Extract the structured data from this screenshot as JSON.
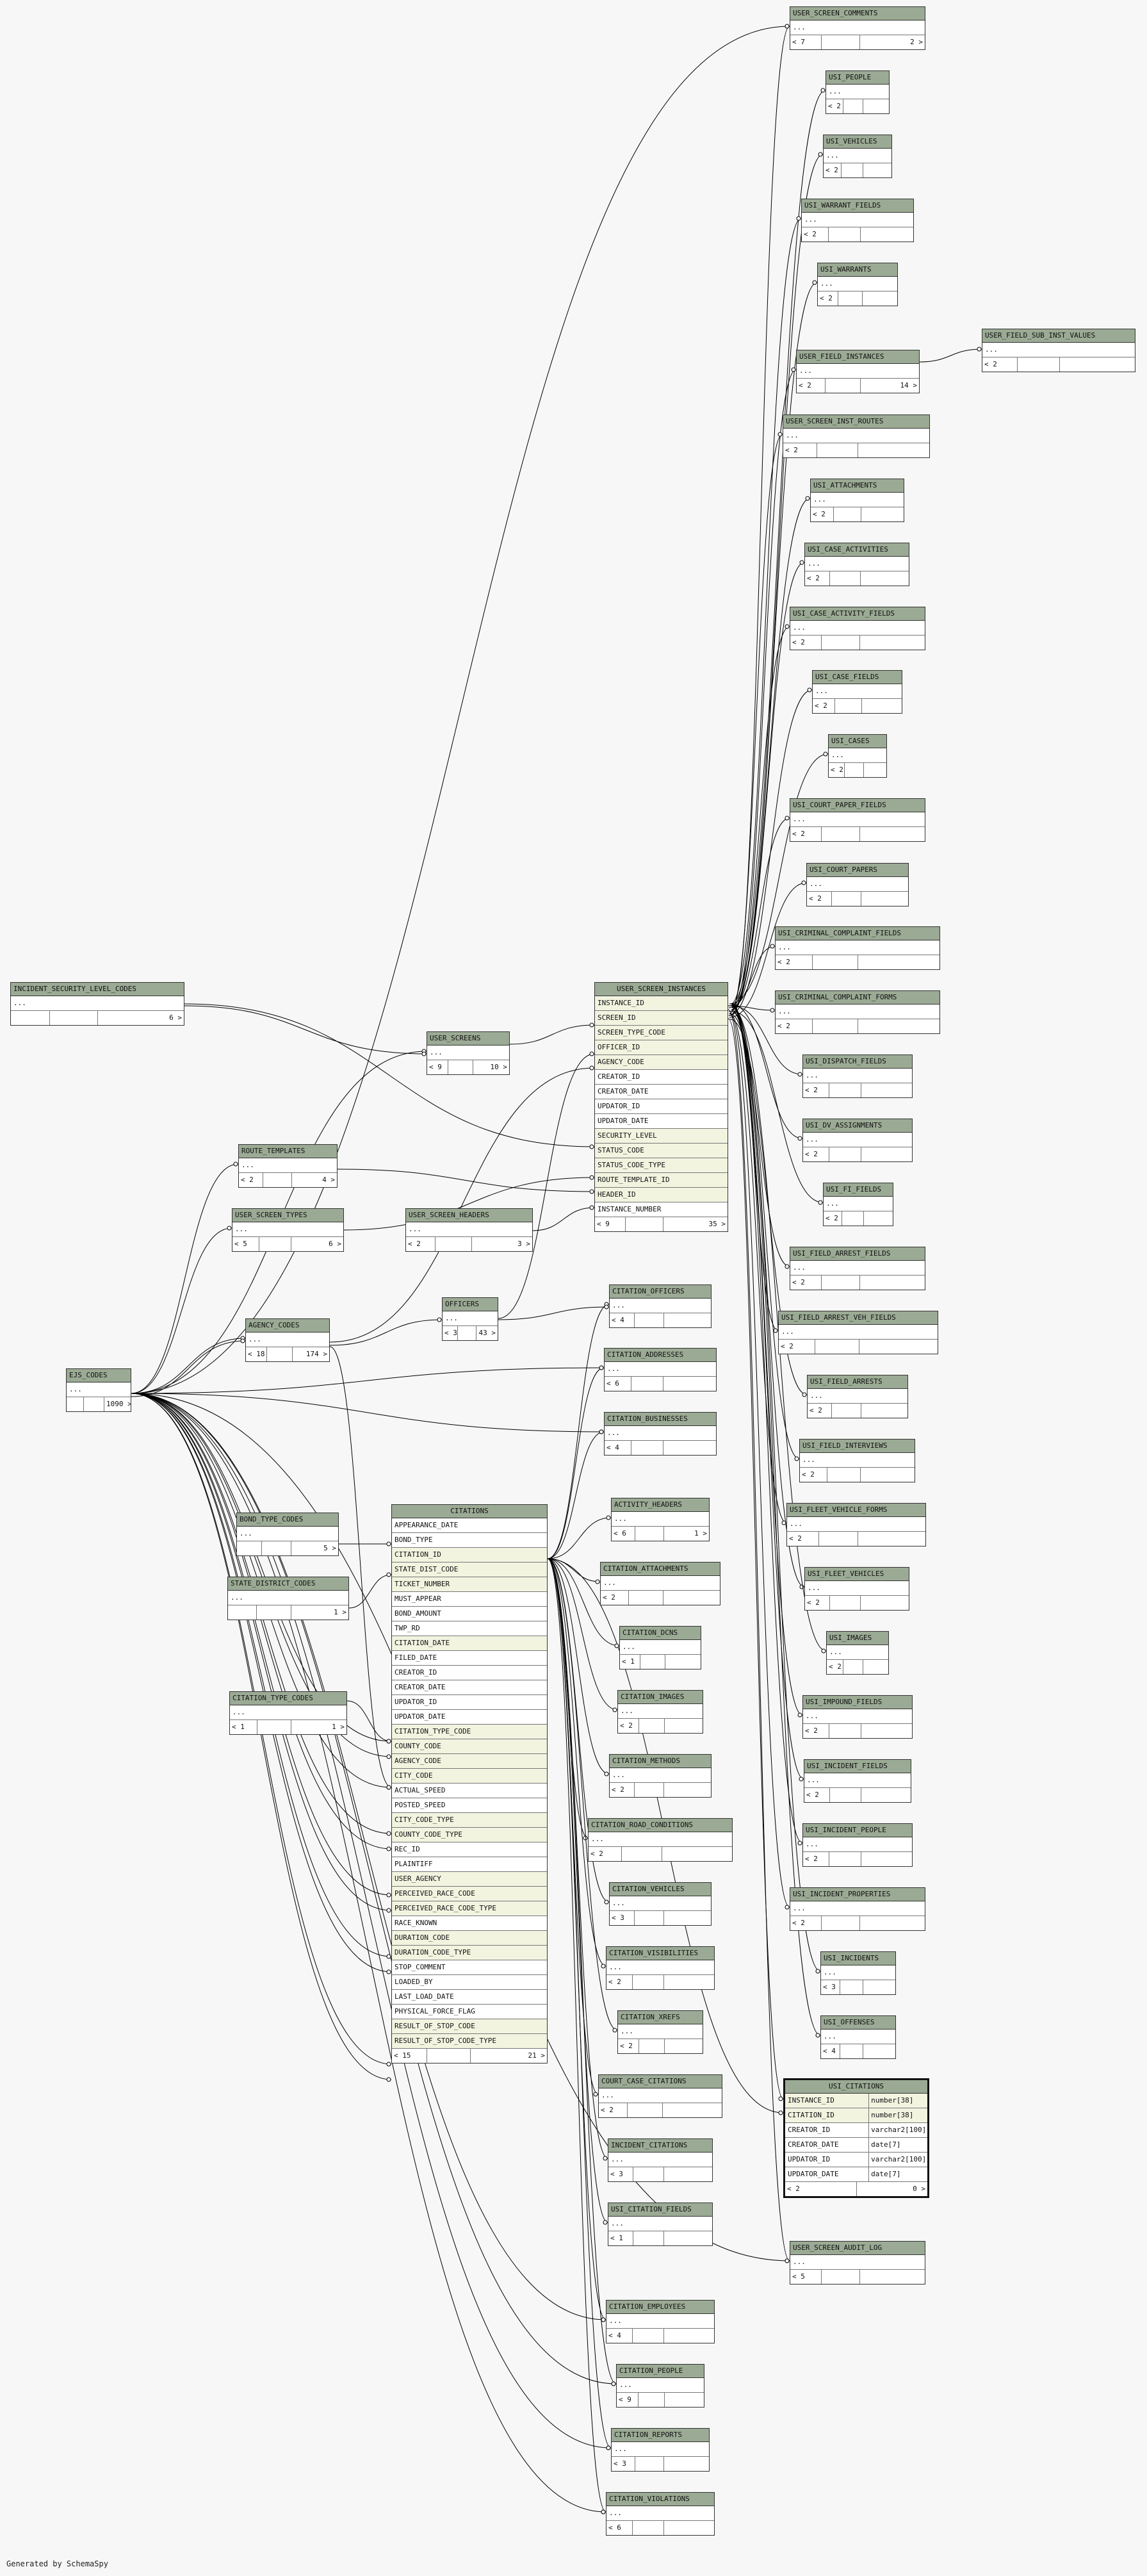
{
  "footer": {
    "generated_by": "Generated by SchemaSpy"
  },
  "colors": {
    "header": "#9baa94",
    "key_row": "#f2f4e0",
    "line": "#000000",
    "background": "#f7f7f7"
  },
  "focus_table": {
    "name": "USI_CITATIONS",
    "columns": [
      {
        "name": "INSTANCE_ID",
        "type": "number[38]"
      },
      {
        "name": "CITATION_ID",
        "type": "number[38]"
      },
      {
        "name": "CREATOR_ID",
        "type": "varchar2[100]"
      },
      {
        "name": "CREATOR_DATE",
        "type": "date[7]"
      },
      {
        "name": "UPDATOR_ID",
        "type": "varchar2[100]"
      },
      {
        "name": "UPDATOR_DATE",
        "type": "date[7]"
      }
    ],
    "footer": {
      "parents": "< 2",
      "children": "0 >"
    }
  },
  "tables": {
    "USER_SCREEN_COMMENTS": {
      "name": "USER_SCREEN_COMMENTS",
      "placeholder": "...",
      "footer": {
        "parents": "< 7",
        "rows": "",
        "children": "2 >"
      }
    },
    "USI_PEOPLE": {
      "name": "USI_PEOPLE",
      "placeholder": "...",
      "footer": {
        "parents": "< 2",
        "rows": "",
        "children": ""
      }
    },
    "USI_VEHICLES": {
      "name": "USI_VEHICLES",
      "placeholder": "...",
      "footer": {
        "parents": "< 2",
        "rows": "",
        "children": ""
      }
    },
    "USI_WARRANT_FIELDS": {
      "name": "USI_WARRANT_FIELDS",
      "placeholder": "...",
      "footer": {
        "parents": "< 2",
        "rows": "",
        "children": ""
      }
    },
    "USI_WARRANTS": {
      "name": "USI_WARRANTS",
      "placeholder": "...",
      "footer": {
        "parents": "< 2",
        "rows": "",
        "children": ""
      }
    },
    "USER_FIELD_SUB_INST_VALUES": {
      "name": "USER_FIELD_SUB_INST_VALUES",
      "placeholder": "...",
      "footer": {
        "parents": "< 2",
        "rows": "",
        "children": ""
      }
    },
    "USER_FIELD_INSTANCES": {
      "name": "USER_FIELD_INSTANCES",
      "placeholder": "...",
      "footer": {
        "parents": "< 2",
        "rows": "",
        "children": "14 >"
      }
    },
    "USER_SCREEN_INST_ROUTES": {
      "name": "USER_SCREEN_INST_ROUTES",
      "placeholder": "...",
      "footer": {
        "parents": "< 2",
        "rows": "",
        "children": ""
      }
    },
    "USI_ATTACHMENTS": {
      "name": "USI_ATTACHMENTS",
      "placeholder": "...",
      "footer": {
        "parents": "< 2",
        "rows": "",
        "children": ""
      }
    },
    "USI_CASE_ACTIVITIES": {
      "name": "USI_CASE_ACTIVITIES",
      "placeholder": "...",
      "footer": {
        "parents": "< 2",
        "rows": "",
        "children": ""
      }
    },
    "USI_CASE_ACTIVITY_FIELDS": {
      "name": "USI_CASE_ACTIVITY_FIELDS",
      "placeholder": "...",
      "footer": {
        "parents": "< 2",
        "rows": "",
        "children": ""
      }
    },
    "USI_CASE_FIELDS": {
      "name": "USI_CASE_FIELDS",
      "placeholder": "...",
      "footer": {
        "parents": "< 2",
        "rows": "",
        "children": ""
      }
    },
    "USI_CASES": {
      "name": "USI_CASES",
      "placeholder": "...",
      "footer": {
        "parents": "< 2",
        "rows": "",
        "children": ""
      }
    },
    "USI_COURT_PAPER_FIELDS": {
      "name": "USI_COURT_PAPER_FIELDS",
      "placeholder": "...",
      "footer": {
        "parents": "< 2",
        "rows": "",
        "children": ""
      }
    },
    "USI_COURT_PAPERS": {
      "name": "USI_COURT_PAPERS",
      "placeholder": "...",
      "footer": {
        "parents": "< 2",
        "rows": "",
        "children": ""
      }
    },
    "USI_CRIMINAL_COMPLAINT_FIELDS": {
      "name": "USI_CRIMINAL_COMPLAINT_FIELDS",
      "placeholder": "...",
      "footer": {
        "parents": "< 2",
        "rows": "",
        "children": ""
      }
    },
    "USI_CRIMINAL_COMPLAINT_FORMS": {
      "name": "USI_CRIMINAL_COMPLAINT_FORMS",
      "placeholder": "...",
      "footer": {
        "parents": "< 2",
        "rows": "",
        "children": ""
      }
    },
    "USI_DISPATCH_FIELDS": {
      "name": "USI_DISPATCH_FIELDS",
      "placeholder": "...",
      "footer": {
        "parents": "< 2",
        "rows": "",
        "children": ""
      }
    },
    "USI_DV_ASSIGNMENTS": {
      "name": "USI_DV_ASSIGNMENTS",
      "placeholder": "...",
      "footer": {
        "parents": "< 2",
        "rows": "",
        "children": ""
      }
    },
    "USI_FI_FIELDS": {
      "name": "USI_FI_FIELDS",
      "placeholder": "...",
      "footer": {
        "parents": "< 2",
        "rows": "",
        "children": ""
      }
    },
    "USI_FIELD_ARREST_FIELDS": {
      "name": "USI_FIELD_ARREST_FIELDS",
      "placeholder": "...",
      "footer": {
        "parents": "< 2",
        "rows": "",
        "children": ""
      }
    },
    "USI_FIELD_ARREST_VEH_FIELDS": {
      "name": "USI_FIELD_ARREST_VEH_FIELDS",
      "placeholder": "...",
      "footer": {
        "parents": "< 2",
        "rows": "",
        "children": ""
      }
    },
    "USI_FIELD_ARRESTS": {
      "name": "USI_FIELD_ARRESTS",
      "placeholder": "...",
      "footer": {
        "parents": "< 2",
        "rows": "",
        "children": ""
      }
    },
    "USI_FIELD_INTERVIEWS": {
      "name": "USI_FIELD_INTERVIEWS",
      "placeholder": "...",
      "footer": {
        "parents": "< 2",
        "rows": "",
        "children": ""
      }
    },
    "USI_FLEET_VEHICLE_FORMS": {
      "name": "USI_FLEET_VEHICLE_FORMS",
      "placeholder": "...",
      "footer": {
        "parents": "< 2",
        "rows": "",
        "children": ""
      }
    },
    "USI_FLEET_VEHICLES": {
      "name": "USI_FLEET_VEHICLES",
      "placeholder": "...",
      "footer": {
        "parents": "< 2",
        "rows": "",
        "children": ""
      }
    },
    "USI_IMAGES": {
      "name": "USI_IMAGES",
      "placeholder": "...",
      "footer": {
        "parents": "< 2",
        "rows": "",
        "children": ""
      }
    },
    "USI_IMPOUND_FIELDS": {
      "name": "USI_IMPOUND_FIELDS",
      "placeholder": "...",
      "footer": {
        "parents": "< 2",
        "rows": "",
        "children": ""
      }
    },
    "USI_INCIDENT_FIELDS": {
      "name": "USI_INCIDENT_FIELDS",
      "placeholder": "...",
      "footer": {
        "parents": "< 2",
        "rows": "",
        "children": ""
      }
    },
    "USI_INCIDENT_PEOPLE": {
      "name": "USI_INCIDENT_PEOPLE",
      "placeholder": "...",
      "footer": {
        "parents": "< 2",
        "rows": "",
        "children": ""
      }
    },
    "USI_INCIDENT_PROPERTIES": {
      "name": "USI_INCIDENT_PROPERTIES",
      "placeholder": "...",
      "footer": {
        "parents": "< 2",
        "rows": "",
        "children": ""
      }
    },
    "USI_INCIDENTS": {
      "name": "USI_INCIDENTS",
      "placeholder": "...",
      "footer": {
        "parents": "< 3",
        "rows": "",
        "children": ""
      }
    },
    "USI_OFFENSES": {
      "name": "USI_OFFENSES",
      "placeholder": "...",
      "footer": {
        "parents": "< 4",
        "rows": "",
        "children": ""
      }
    },
    "USER_SCREEN_AUDIT_LOG": {
      "name": "USER_SCREEN_AUDIT_LOG",
      "placeholder": "...",
      "footer": {
        "parents": "< 5",
        "rows": "",
        "children": ""
      }
    },
    "INCIDENT_SECURITY_LEVEL_CODES": {
      "name": "INCIDENT_SECURITY_LEVEL_CODES",
      "placeholder": "...",
      "footer": {
        "parents": "",
        "rows": "",
        "children": "6 >"
      }
    },
    "USER_SCREENS": {
      "name": "USER_SCREENS",
      "placeholder": "...",
      "footer": {
        "parents": "< 9",
        "rows": "",
        "children": "10 >"
      }
    },
    "ROUTE_TEMPLATES": {
      "name": "ROUTE_TEMPLATES",
      "placeholder": "...",
      "footer": {
        "parents": "< 2",
        "rows": "",
        "children": "4 >"
      }
    },
    "USER_SCREEN_TYPES": {
      "name": "USER_SCREEN_TYPES",
      "placeholder": "...",
      "footer": {
        "parents": "< 5",
        "rows": "",
        "children": "6 >"
      }
    },
    "USER_SCREEN_HEADERS": {
      "name": "USER_SCREEN_HEADERS",
      "placeholder": "...",
      "footer": {
        "parents": "< 2",
        "rows": "",
        "children": "3 >"
      }
    },
    "AGENCY_CODES": {
      "name": "AGENCY_CODES",
      "placeholder": "...",
      "footer": {
        "parents": "< 18",
        "rows": "",
        "children": "174 >"
      }
    },
    "OFFICERS": {
      "name": "OFFICERS",
      "placeholder": "...",
      "footer": {
        "parents": "< 3",
        "rows": "",
        "children": "43 >"
      }
    },
    "EJS_CODES": {
      "name": "EJS_CODES",
      "placeholder": "...",
      "footer": {
        "parents": "",
        "rows": "",
        "children": "1090 >"
      }
    },
    "BOND_TYPE_CODES": {
      "name": "BOND_TYPE_CODES",
      "placeholder": "...",
      "footer": {
        "parents": "",
        "rows": "",
        "children": "5 >"
      }
    },
    "STATE_DISTRICT_CODES": {
      "name": "STATE_DISTRICT_CODES",
      "placeholder": "...",
      "footer": {
        "parents": "",
        "rows": "",
        "children": "1 >"
      }
    },
    "CITATION_TYPE_CODES": {
      "name": "CITATION_TYPE_CODES",
      "placeholder": "...",
      "footer": {
        "parents": "< 1",
        "rows": "",
        "children": "1 >"
      }
    },
    "CITATION_OFFICERS": {
      "name": "CITATION_OFFICERS",
      "placeholder": "...",
      "footer": {
        "parents": "< 4",
        "rows": "",
        "children": ""
      }
    },
    "CITATION_ADDRESSES": {
      "name": "CITATION_ADDRESSES",
      "placeholder": "...",
      "footer": {
        "parents": "< 6",
        "rows": "",
        "children": ""
      }
    },
    "CITATION_BUSINESSES": {
      "name": "CITATION_BUSINESSES",
      "placeholder": "...",
      "footer": {
        "parents": "< 4",
        "rows": "",
        "children": ""
      }
    },
    "ACTIVITY_HEADERS": {
      "name": "ACTIVITY_HEADERS",
      "placeholder": "...",
      "footer": {
        "parents": "< 6",
        "rows": "",
        "children": "1 >"
      }
    },
    "CITATION_ATTACHMENTS": {
      "name": "CITATION_ATTACHMENTS",
      "placeholder": "...",
      "footer": {
        "parents": "< 2",
        "rows": "",
        "children": ""
      }
    },
    "CITATION_DCNS": {
      "name": "CITATION_DCNS",
      "placeholder": "...",
      "footer": {
        "parents": "< 1",
        "rows": "",
        "children": ""
      }
    },
    "CITATION_IMAGES": {
      "name": "CITATION_IMAGES",
      "placeholder": "...",
      "footer": {
        "parents": "< 2",
        "rows": "",
        "children": ""
      }
    },
    "CITATION_METHODS": {
      "name": "CITATION_METHODS",
      "placeholder": "...",
      "footer": {
        "parents": "< 2",
        "rows": "",
        "children": ""
      }
    },
    "CITATION_ROAD_CONDITIONS": {
      "name": "CITATION_ROAD_CONDITIONS",
      "placeholder": "...",
      "footer": {
        "parents": "< 2",
        "rows": "",
        "children": ""
      }
    },
    "CITATION_VEHICLES": {
      "name": "CITATION_VEHICLES",
      "placeholder": "...",
      "footer": {
        "parents": "< 3",
        "rows": "",
        "children": ""
      }
    },
    "CITATION_VISIBILITIES": {
      "name": "CITATION_VISIBILITIES",
      "placeholder": "...",
      "footer": {
        "parents": "< 2",
        "rows": "",
        "children": ""
      }
    },
    "CITATION_XREFS": {
      "name": "CITATION_XREFS",
      "placeholder": "...",
      "footer": {
        "parents": "< 2",
        "rows": "",
        "children": ""
      }
    },
    "COURT_CASE_CITATIONS": {
      "name": "COURT_CASE_CITATIONS",
      "placeholder": "...",
      "footer": {
        "parents": "< 2",
        "rows": "",
        "children": ""
      }
    },
    "INCIDENT_CITATIONS": {
      "name": "INCIDENT_CITATIONS",
      "placeholder": "...",
      "footer": {
        "parents": "< 3",
        "rows": "",
        "children": ""
      }
    },
    "USI_CITATION_FIELDS": {
      "name": "USI_CITATION_FIELDS",
      "placeholder": "...",
      "footer": {
        "parents": "< 1",
        "rows": "",
        "children": ""
      }
    },
    "CITATION_EMPLOYEES": {
      "name": "CITATION_EMPLOYEES",
      "placeholder": "...",
      "footer": {
        "parents": "< 4",
        "rows": "",
        "children": ""
      }
    },
    "CITATION_PEOPLE": {
      "name": "CITATION_PEOPLE",
      "placeholder": "...",
      "footer": {
        "parents": "< 9",
        "rows": "",
        "children": ""
      }
    },
    "CITATION_REPORTS": {
      "name": "CITATION_REPORTS",
      "placeholder": "...",
      "footer": {
        "parents": "< 3",
        "rows": "",
        "children": ""
      }
    },
    "CITATION_VIOLATIONS": {
      "name": "CITATION_VIOLATIONS",
      "placeholder": "...",
      "footer": {
        "parents": "< 6",
        "rows": "",
        "children": ""
      }
    },
    "USER_SCREEN_INSTANCES": {
      "name": "USER_SCREEN_INSTANCES",
      "columns": [
        {
          "name": "INSTANCE_ID",
          "key": true
        },
        {
          "name": "SCREEN_ID",
          "key": true
        },
        {
          "name": "SCREEN_TYPE_CODE",
          "key": true
        },
        {
          "name": "OFFICER_ID",
          "key": true
        },
        {
          "name": "AGENCY_CODE",
          "key": true
        },
        {
          "name": "CREATOR_ID",
          "key": false
        },
        {
          "name": "CREATOR_DATE",
          "key": false
        },
        {
          "name": "UPDATOR_ID",
          "key": false
        },
        {
          "name": "UPDATOR_DATE",
          "key": false
        },
        {
          "name": "SECURITY_LEVEL",
          "key": true
        },
        {
          "name": "STATUS_CODE",
          "key": true
        },
        {
          "name": "STATUS_CODE_TYPE",
          "key": true
        },
        {
          "name": "ROUTE_TEMPLATE_ID",
          "key": true
        },
        {
          "name": "HEADER_ID",
          "key": true
        },
        {
          "name": "INSTANCE_NUMBER",
          "key": false
        }
      ],
      "footer": {
        "parents": "< 9",
        "rows": "",
        "children": "35 >"
      }
    },
    "CITATIONS": {
      "name": "CITATIONS",
      "columns": [
        {
          "name": "APPEARANCE_DATE",
          "key": false
        },
        {
          "name": "BOND_TYPE",
          "key": false
        },
        {
          "name": "CITATION_ID",
          "key": true
        },
        {
          "name": "STATE_DIST_CODE",
          "key": true
        },
        {
          "name": "TICKET_NUMBER",
          "key": true
        },
        {
          "name": "MUST_APPEAR",
          "key": false
        },
        {
          "name": "BOND_AMOUNT",
          "key": false
        },
        {
          "name": "TWP_RD",
          "key": false
        },
        {
          "name": "CITATION_DATE",
          "key": true
        },
        {
          "name": "FILED_DATE",
          "key": false
        },
        {
          "name": "CREATOR_ID",
          "key": false
        },
        {
          "name": "CREATOR_DATE",
          "key": false
        },
        {
          "name": "UPDATOR_ID",
          "key": false
        },
        {
          "name": "UPDATOR_DATE",
          "key": false
        },
        {
          "name": "CITATION_TYPE_CODE",
          "key": true
        },
        {
          "name": "COUNTY_CODE",
          "key": true
        },
        {
          "name": "AGENCY_CODE",
          "key": true
        },
        {
          "name": "CITY_CODE",
          "key": true
        },
        {
          "name": "ACTUAL_SPEED",
          "key": false
        },
        {
          "name": "POSTED_SPEED",
          "key": false
        },
        {
          "name": "CITY_CODE_TYPE",
          "key": true
        },
        {
          "name": "COUNTY_CODE_TYPE",
          "key": true
        },
        {
          "name": "REC_ID",
          "key": false
        },
        {
          "name": "PLAINTIFF",
          "key": false
        },
        {
          "name": "USER_AGENCY",
          "key": true
        },
        {
          "name": "PERCEIVED_RACE_CODE",
          "key": true
        },
        {
          "name": "PERCEIVED_RACE_CODE_TYPE",
          "key": true
        },
        {
          "name": "RACE_KNOWN",
          "key": false
        },
        {
          "name": "DURATION_CODE",
          "key": true
        },
        {
          "name": "DURATION_CODE_TYPE",
          "key": true
        },
        {
          "name": "STOP_COMMENT",
          "key": false
        },
        {
          "name": "LOADED_BY",
          "key": false
        },
        {
          "name": "LAST_LOAD_DATE",
          "key": false
        },
        {
          "name": "PHYSICAL_FORCE_FLAG",
          "key": false
        },
        {
          "name": "RESULT_OF_STOP_CODE",
          "key": true
        },
        {
          "name": "RESULT_OF_STOP_CODE_TYPE",
          "key": true
        }
      ],
      "footer": {
        "parents": "< 15",
        "rows": "",
        "children": "21 >"
      }
    }
  }
}
